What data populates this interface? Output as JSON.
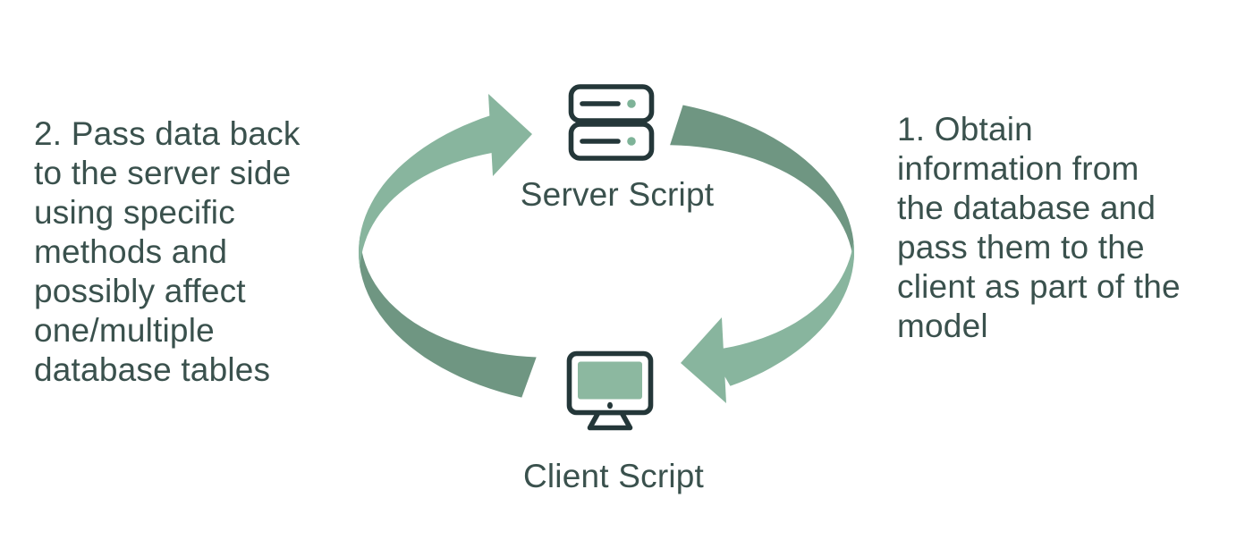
{
  "colors": {
    "background": "#ffffff",
    "text": "#3a514d",
    "icon_stroke": "#243739",
    "icon_accent_green": "#7eb398",
    "screen_green": "#8cb8a0",
    "arrow_light_green": "#88b59e",
    "arrow_dark_green": "#6f9682"
  },
  "cycle": {
    "server_node": {
      "label": "Server Script"
    },
    "client_node": {
      "label": "Client Script"
    },
    "steps": [
      {
        "order": 1,
        "side": "right",
        "from": "Server Script",
        "to": "Client Script",
        "lines": [
          "1. Obtain",
          "information from",
          "the database and",
          "pass them to the",
          "client as part of the",
          "model"
        ]
      },
      {
        "order": 2,
        "side": "left",
        "from": "Client Script",
        "to": "Server Script",
        "lines": [
          "2. Pass data back",
          "to the server side",
          "using specific",
          "methods and",
          "possibly affect",
          "one/multiple",
          "database tables"
        ]
      }
    ]
  }
}
